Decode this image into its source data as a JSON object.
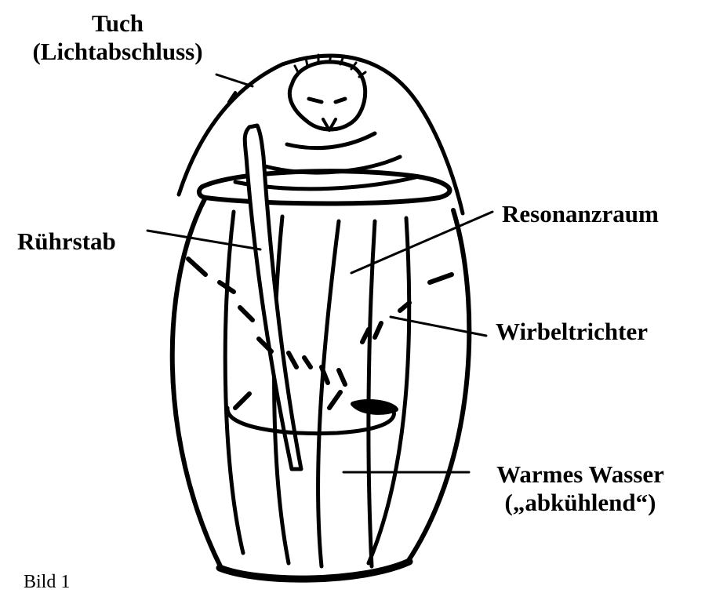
{
  "labels": {
    "tuch": {
      "line1": "Tuch",
      "line2": "(Lichtabschluss)"
    },
    "ruehrstab": "Rührstab",
    "resonanzraum": "Resonanzraum",
    "wirbeltrichter": "Wirbeltrichter",
    "warmes_wasser": {
      "line1": "Warmes Wasser",
      "line2": "(„abkühlend“)"
    }
  },
  "caption": "Bild 1",
  "colors": {
    "ink": "#000000",
    "background": "#ffffff"
  }
}
